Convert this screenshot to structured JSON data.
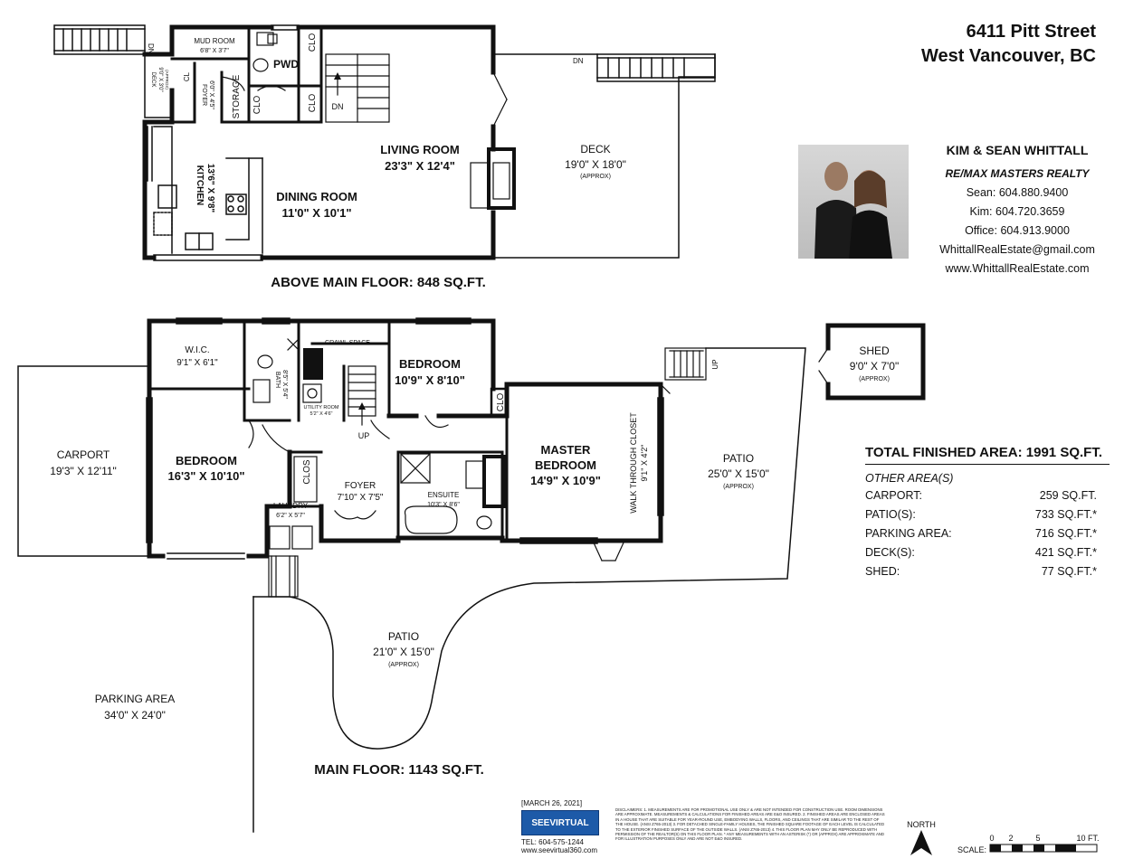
{
  "header": {
    "address": "6411 Pitt Street",
    "city": "West Vancouver, BC"
  },
  "agent": {
    "names": "KIM & SEAN WHITTALL",
    "company": "RE/MAX MASTERS REALTY",
    "sean": "Sean: 604.880.9400",
    "kim": "Kim: 604.720.3659",
    "office": "Office: 604.913.9000",
    "email": "WhittallRealEstate@gmail.com",
    "web": "www.WhittallRealEstate.com"
  },
  "floors": {
    "above_main": "ABOVE MAIN FLOOR: 848 SQ.FT.",
    "main": "MAIN FLOOR: 1143 SQ.FT."
  },
  "rooms": {
    "mud_room": {
      "name": "MUD ROOM",
      "dim": "6'8\" X 3'7\""
    },
    "pwd": "PWD",
    "clo": "CLO",
    "clos": "CLOS",
    "storage": "STORAGE",
    "foyer_up": {
      "name": "FOYER",
      "dim": "6'0\" X 4'5\""
    },
    "deck_small": {
      "name": "DECK",
      "dim": "9'0\" X 3'0\"",
      "approx": "(APPROX)"
    },
    "cl": "CL",
    "dn": "DN",
    "up": "UP",
    "kitchen": {
      "name": "KITCHEN",
      "dim": "13'6\" X 9'8\""
    },
    "dining": {
      "name": "DINING ROOM",
      "dim": "11'0\" X 10'1\""
    },
    "living": {
      "name": "LIVING ROOM",
      "dim": "23'3\" X 12'4\""
    },
    "deck": {
      "name": "DECK",
      "dim": "19'0\" X 18'0\"",
      "approx": "(APPROX)"
    },
    "wic": {
      "name": "W.I.C.",
      "dim": "9'1\" X 6'1\""
    },
    "crawl": "CRAWL SPACE",
    "bath": {
      "name": "BATH",
      "dim": "8'5\" X 5'4\""
    },
    "utility": {
      "name": "UTILITY ROOM",
      "dim": "5'2\" X 4'6\""
    },
    "bedroom_small": {
      "name": "BEDROOM",
      "dim": "10'9\" X 8'10\""
    },
    "bedroom_large": {
      "name": "BEDROOM",
      "dim": "16'3\" X 10'10\""
    },
    "carport": {
      "name": "CARPORT",
      "dim": "19'3\" X 12'11\""
    },
    "foyer_main": {
      "name": "FOYER",
      "dim": "7'10\" X 7'5\""
    },
    "laundry": {
      "name": "LAUNDRY",
      "dim": "6'2\" X 5'7\""
    },
    "ensuite": {
      "name": "ENSUITE",
      "dim": "10'3\" X 8'6\""
    },
    "master": {
      "name1": "MASTER",
      "name2": "BEDROOM",
      "dim": "14'9\" X 10'9\""
    },
    "walk_closet": {
      "name": "WALK THROUGH CLOSET",
      "dim": "9'1\" X 4'2\""
    },
    "patio_right": {
      "name": "PATIO",
      "dim": "25'0\" X 15'0\"",
      "approx": "(APPROX)"
    },
    "patio_lower": {
      "name": "PATIO",
      "dim": "21'0\" X 15'0\"",
      "approx": "(APPROX)"
    },
    "shed": {
      "name": "SHED",
      "dim": "9'0\" X 7'0\"",
      "approx": "(APPROX)"
    },
    "parking": {
      "name": "PARKING AREA",
      "dim": "34'0\" X 24'0\""
    }
  },
  "areas": {
    "total": "TOTAL FINISHED AREA:  1991 SQ.FT.",
    "other_label": "OTHER AREA(S)",
    "rows": [
      {
        "label": "CARPORT:",
        "value": "259 SQ.FT."
      },
      {
        "label": "PATIO(S):",
        "value": "733 SQ.FT.*"
      },
      {
        "label": "PARKING AREA:",
        "value": "716 SQ.FT.*"
      },
      {
        "label": "DECK(S):",
        "value": "421 SQ.FT.*"
      },
      {
        "label": "SHED:",
        "value": "77 SQ.FT.*"
      }
    ]
  },
  "footer": {
    "date": "[MARCH 26, 2021]",
    "logo": "SEEVIRTUAL",
    "tel": "TEL: 604-575-1244",
    "web": "www.seevirtual360.com",
    "disclaimer": "DISCLAIMERS: 1. MEASUREMENTS ARE FOR PROMOTIONAL USE ONLY & ARE NOT INTENDED FOR CONSTRUCTION USE. ROOM DIMENSIONS ARE APPROXIMATE. MEASUREMENTS & CALCULATIONS FOR FINISHED AREAS ARE E&O INSURED. 2. FINISHED AREAS ARE ENCLOSED AREAS IN A HOUSE THAT ARE SUITABLE FOR YEAR-ROUND USE, EMBODYING WALLS, FLOORS, AND CEILINGS THAT ARE SIMILAR TO THE REST OF THE HOUSE. (ANSI Z765-2013) 3. FOR DETACHED SINGLE-FAMILY HOUSES, THE FINISHED SQUARE FOOTAGE OF EACH LEVEL IS CALCULATED TO THE EXTERIOR FINISHED SURFACE OF THE OUTSIDE WALLS. (ANSI Z765-2013) 4. THIS FLOOR PLAN MAY ONLY BE REPRODUCED WITH PERMISSION OF THE REALTOR(S) ON THIS FLOOR PLAN. * ANY MEASUREMENTS WITH AN ASTERISK (*) OR (APPROX) ARE APPROXIMATE AND FOR ILLUSTRATION PURPOSES ONLY AND ARE NOT E&O INSURED.",
    "north": "NORTH",
    "scale_label": "SCALE:",
    "scale_ticks": [
      "0",
      "2",
      "5",
      "10 FT."
    ]
  }
}
